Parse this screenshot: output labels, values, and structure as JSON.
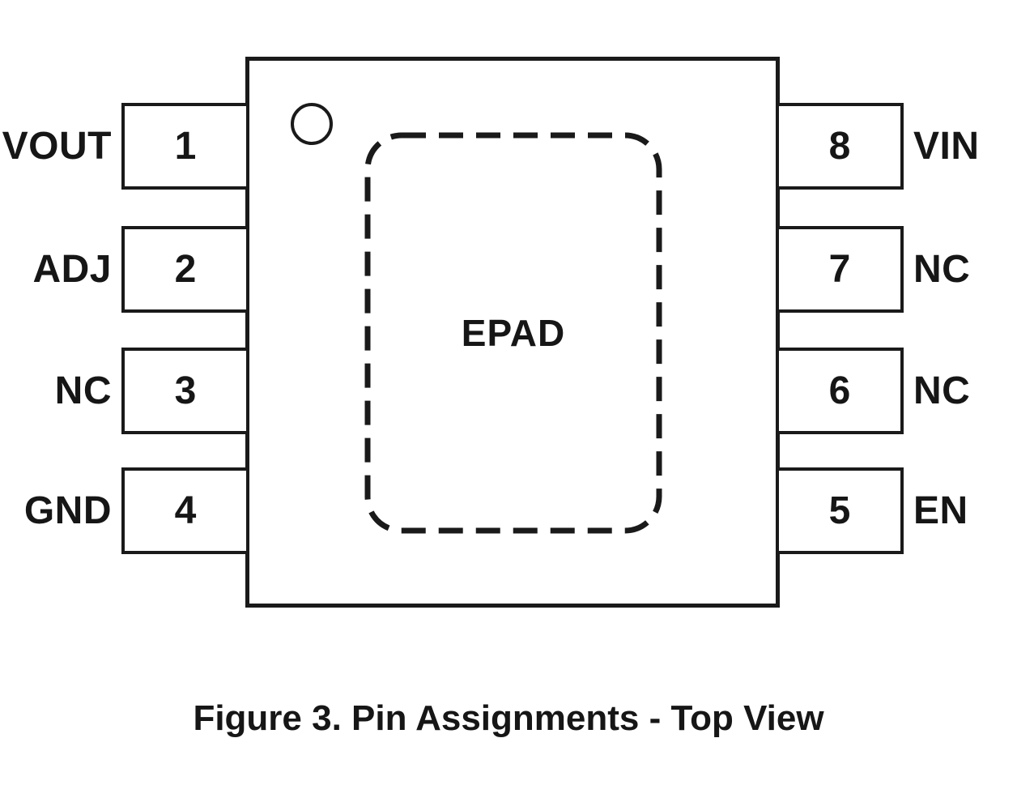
{
  "figure": {
    "caption": "Figure 3. Pin Assignments - Top View",
    "epad_label": "EPAD",
    "view": "Top View",
    "colors": {
      "line": "#1a1a1a",
      "background": "#ffffff",
      "text": "#161616"
    }
  },
  "pins": {
    "left": [
      {
        "number": "1",
        "name": "VOUT"
      },
      {
        "number": "2",
        "name": "ADJ"
      },
      {
        "number": "3",
        "name": "NC"
      },
      {
        "number": "4",
        "name": "GND"
      }
    ],
    "right": [
      {
        "number": "8",
        "name": "VIN"
      },
      {
        "number": "7",
        "name": "NC"
      },
      {
        "number": "6",
        "name": "NC"
      },
      {
        "number": "5",
        "name": "EN"
      }
    ]
  }
}
